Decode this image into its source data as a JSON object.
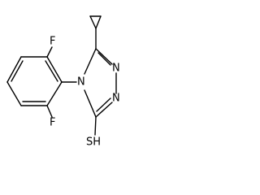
{
  "molecule": {
    "atoms": {
      "f_top": "F",
      "f_bottom": "F",
      "n1": "N",
      "n2": "N",
      "n4": "N",
      "sh": "SH"
    }
  }
}
